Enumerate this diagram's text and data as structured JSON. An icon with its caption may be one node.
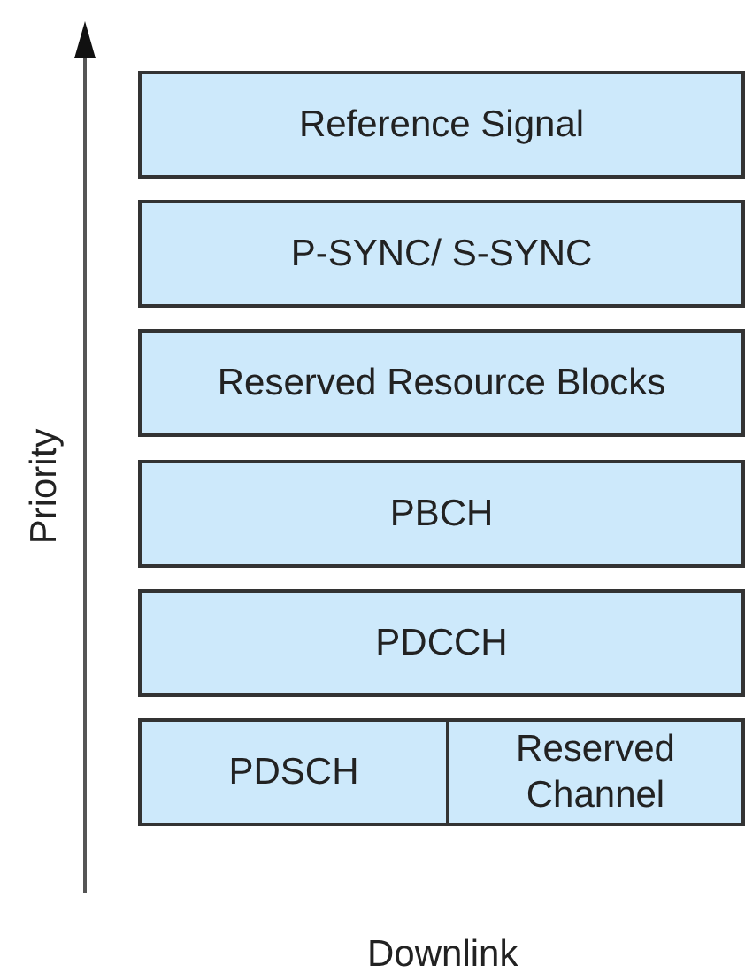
{
  "diagram": {
    "nodes": [
      {
        "text": [
          "Reference Signal"
        ]
      },
      {
        "text": [
          "P-SYNC/ S-SYNC"
        ]
      },
      {
        "text": [
          "Reserved Resource Blocks"
        ]
      },
      {
        "text": [
          "PBCH"
        ]
      },
      {
        "text": [
          "PDCCH"
        ]
      },
      {
        "text": [
          "PDSCH"
        ]
      },
      {
        "text": [
          "Reserved Channel"
        ]
      }
    ],
    "labels": [
      "Priority",
      "Downlink"
    ]
  }
}
